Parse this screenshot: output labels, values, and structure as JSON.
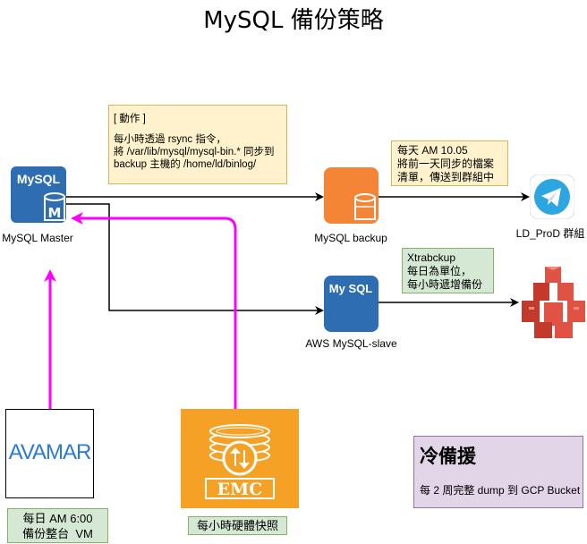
{
  "title": "MySQL 備份策略",
  "action_note": {
    "heading": "[ 動作 ]",
    "line1": "每小時透過 rsync 指令，",
    "line2": "將 /var/lib/mysql/mysql-bin.* 同步到",
    "line3": "backup 主機的 /home/ld/binlog/"
  },
  "daily_note": {
    "line1": "每天 AM 10.05",
    "line2": "將前一天同步的檔案",
    "line3": "清單，傳送到群組中"
  },
  "xtrabackup_note": {
    "line1": "Xtrabckup",
    "line2": "每日為單位，",
    "line3": "每小時遞增備份"
  },
  "cold_backup": {
    "title": "冷備援",
    "text": "每 2 周完整 dump 到 GCP Bucket"
  },
  "nodes": {
    "master": {
      "icon_text": "MySQL",
      "badge": "M",
      "label": "MySQL Master"
    },
    "backup": {
      "label": "MySQL backup"
    },
    "slave": {
      "icon_text": "My SQL",
      "label": "AWS MySQL-slave"
    },
    "telegram": {
      "label": "LD_ProD 群組"
    },
    "avamar": {
      "logo_text": "AVAMAR"
    },
    "emc": {
      "logo_text": "EMC"
    }
  },
  "avamar_note": {
    "line1": "每日 AM 6:00",
    "line2": "備份整台  VM"
  },
  "emc_note": {
    "text": "每小時硬體快照"
  },
  "colors": {
    "mysql_blue": "#2f6db3",
    "backup_orange": "#f58536",
    "aws_red": "#e05243",
    "telegram_blue": "#2ca5e0",
    "emc_orange": "#f4a126",
    "magenta": "#ff00ff"
  }
}
